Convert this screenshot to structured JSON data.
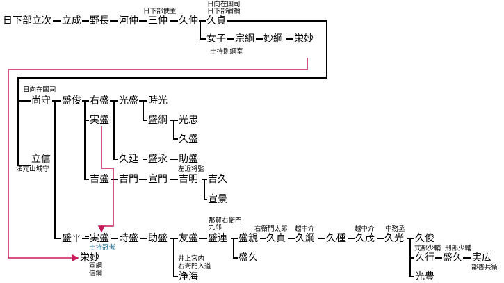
{
  "persons": {
    "hishitabe_tatsuji": "日下部立次",
    "tachinari": "立成",
    "nonaga": "野長",
    "kasen": "河仲",
    "mitsunaka": "三仲",
    "hisanaka": "久仲",
    "hisasada": "久貞",
    "jyoshi": "女子",
    "munetsuna": "宗綱",
    "myoko": "妙綱",
    "eimyo": "栄妙",
    "hisamori": "尚守",
    "moritoshi": "盛俊",
    "ushimori": "右盛",
    "mitsumori": "光盛",
    "tokimitsu": "時光",
    "sanemori_a": "実盛",
    "morotsuna": "盛綱",
    "mitsutada": "光忠",
    "morihisa_a": "久盛",
    "tachinobu": "立信",
    "hisanobu": "久延",
    "morinaga": "盛永",
    "sukemori_a": "助盛",
    "yoshimori": "吉盛",
    "kichimon": "吉門",
    "senmon": "宣門",
    "yoshiaki": "吉明",
    "yoshihisa": "吉久",
    "senkei": "宣景",
    "morihira": "盛平",
    "sanemori_b": "実盛",
    "tokimori": "時盛",
    "sukemori_b": "助盛",
    "tomomori": "友盛",
    "morotsura": "盛連",
    "morichika": "盛親",
    "hisasada_b": "久貞",
    "hisatsuna": "久綱",
    "hisatane": "久種",
    "hisashige": "久茂",
    "hisamitsu": "久光",
    "hisatoshi": "久俊",
    "hisayuki": "久行",
    "morihisa_b": "盛久",
    "sanehiro": "実広",
    "mitsutoyo": "光豊",
    "morihisa_c": "盛久",
    "jokai": "浄海",
    "eimyo_b": "栄妙"
  },
  "notes": {
    "kasabe_shishu": "日下部使主",
    "hyuga_kokushi_1": "日向在国司",
    "hyuga_kokushi_2": "日下部宿禰",
    "tsuchimochi": "土持則綱室",
    "hyuga_kokushi_3": "日向在国司",
    "hoshakuyama": "法亢山城守",
    "sakon_shokan": "左近将監",
    "nakauemon_1": "那賀右衛門",
    "nakauemon_2": "九郎",
    "uemon_taro": "右衛門太郎",
    "echu_suke": "越中介",
    "echu_suke_2": "越中介",
    "nakatsukasa": "中務丞",
    "shikibu": "式部少輔",
    "gyobu": "刑部少輔",
    "zenbe": "部善兵衛",
    "inoue_1": "井上宮内",
    "inoue_2": "右衛門入道",
    "tsuchimochi_koja": "土持冠者",
    "senko": "宣綱",
    "shinko": "信綱"
  },
  "colors": {
    "line": "#000000",
    "link": "#c8195a",
    "note_teal": "#1c6e96"
  }
}
